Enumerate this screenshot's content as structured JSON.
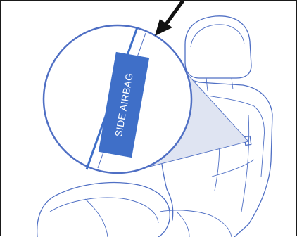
{
  "diagram": {
    "callout_label": "SIDE AIRBAG",
    "colors": {
      "line": "#4f6fc4",
      "airbag_panel": "#3f6fc8",
      "magnifier_cone": "#dfe4f2",
      "arrow": "#111111",
      "frame": "#1a1a1a"
    },
    "icons": [
      "seat-illustration",
      "magnifier-circle",
      "pointer-arrow"
    ]
  }
}
